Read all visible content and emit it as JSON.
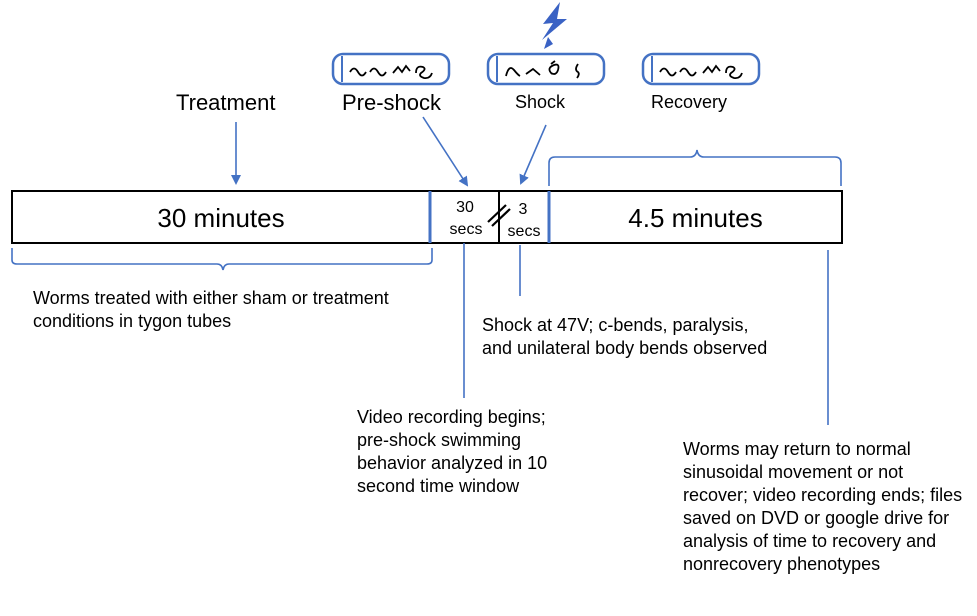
{
  "phases": {
    "treatment": "Treatment",
    "pre_shock": "Pre-shock",
    "shock": "Shock",
    "recovery": "Recovery"
  },
  "timeline": {
    "treatment_duration": "30 minutes",
    "pre_shock_value": "30",
    "pre_shock_unit": "secs",
    "shock_value": "3",
    "shock_unit": "secs",
    "recovery_duration": "4.5 minutes"
  },
  "notes": {
    "treatment": "Worms treated with either sham or treatment conditions in tygon tubes",
    "shock": "Shock at 47V; c-bends, paralysis, and unilateral body bends observed",
    "pre_shock": "Video recording begins; pre-shock swimming behavior analyzed in 10 second time window",
    "recovery": "Worms may return to normal sinusoidal movement or not recover; video recording ends; files saved on DVD or google drive for analysis of time to recovery and nonrecovery phenotypes"
  },
  "colors": {
    "accent": "#4472c4",
    "lightning": "#3a62c4",
    "outline": "#000000"
  },
  "icons": [
    "tube-icon",
    "lightning-icon",
    "worm-icon"
  ]
}
